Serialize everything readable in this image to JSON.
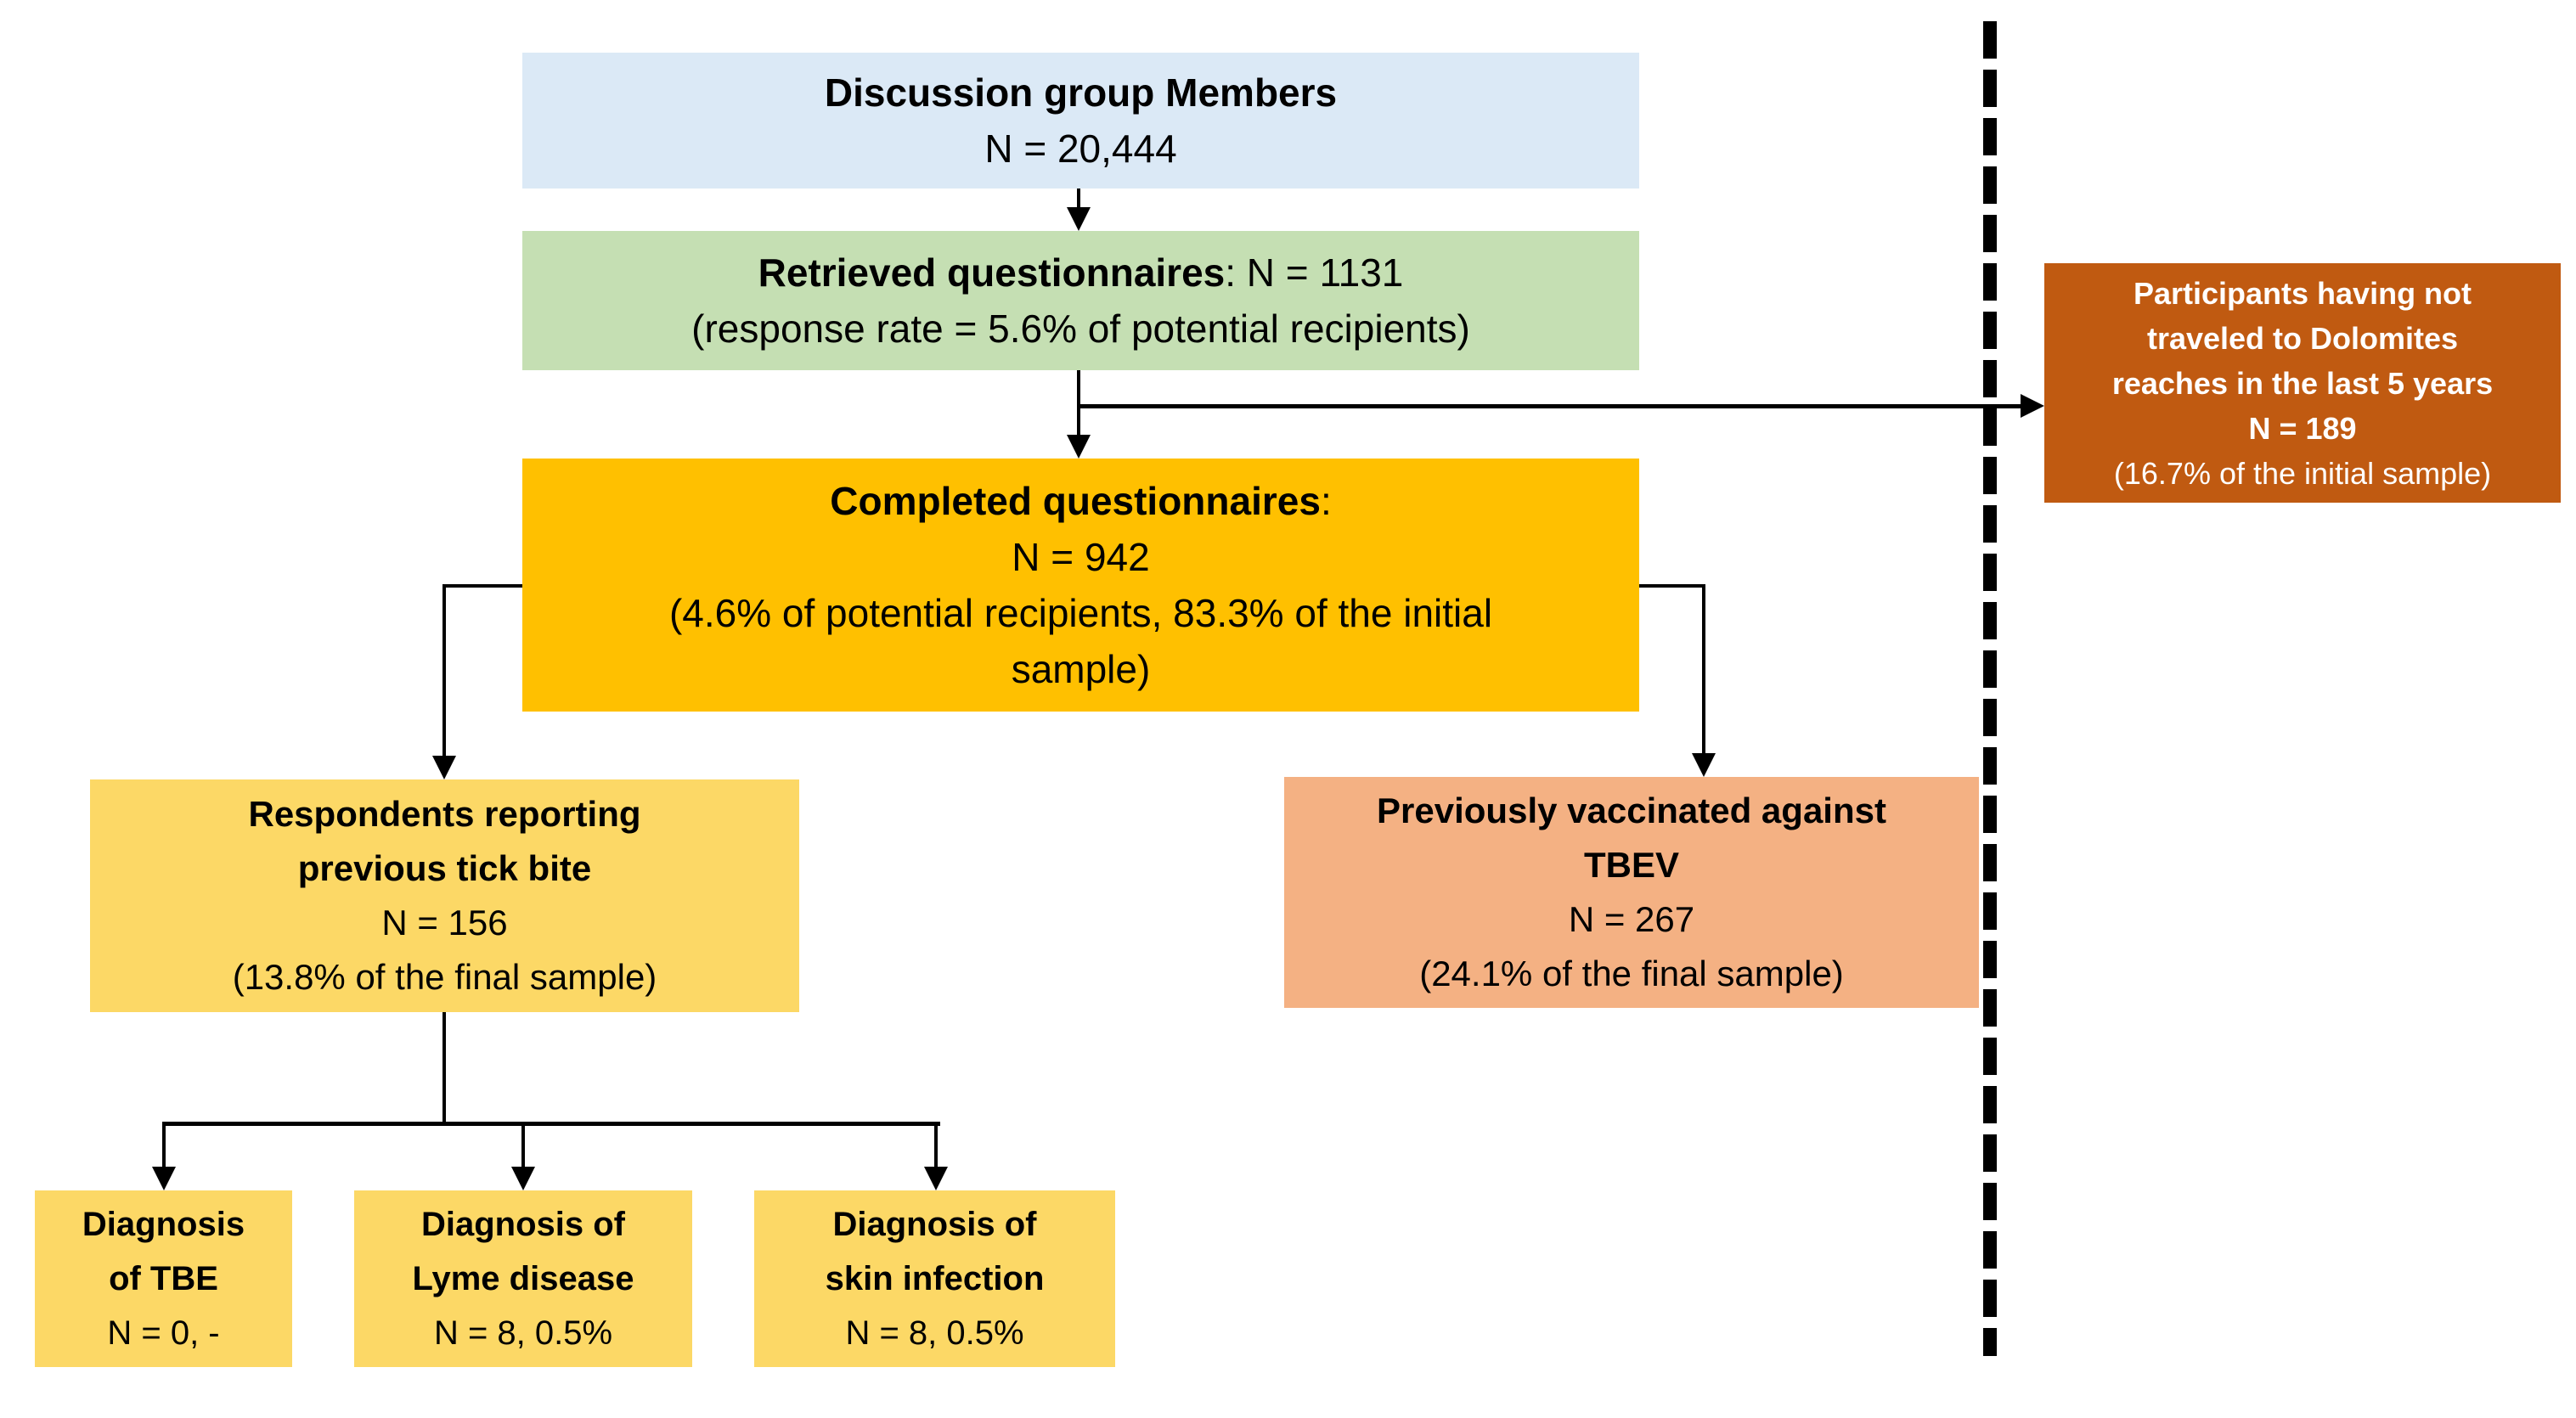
{
  "page": {
    "background": "#ffffff"
  },
  "colors": {
    "box_blue": "#dbe9f6",
    "box_green": "#c5dfb3",
    "box_gold": "#ffc000",
    "box_light_gold": "#fcd866",
    "box_salmon": "#f4b183",
    "box_dark_orange": "#c05a11",
    "connector": "#000000",
    "text_dark": "#000000",
    "text_light": "#ffffff"
  },
  "flowchart": {
    "discussion_group": {
      "title": "Discussion group Members",
      "count": "N = 20,444"
    },
    "retrieved": {
      "title_bold": "Retrieved questionnaires",
      "title_rest": ": N = 1131",
      "note": "(response rate = 5.6% of potential recipients)"
    },
    "completed": {
      "title_bold": "Completed questionnaires",
      "title_rest": ":",
      "count": "N = 942",
      "note_line1": "(4.6% of potential recipients, 83.3% of the initial",
      "note_line2": "sample)"
    },
    "not_traveled": {
      "line1": "Participants having not",
      "line2": "traveled to Dolomites",
      "line3": "reaches in the last 5 years",
      "count": "N = 189",
      "note": "(16.7% of the initial sample)"
    },
    "tick_bite": {
      "line1": "Respondents reporting",
      "line2": "previous tick bite",
      "count": "N = 156",
      "note": "(13.8% of the final sample)"
    },
    "vaccinated": {
      "line1": "Previously vaccinated against",
      "line2": "TBEV",
      "count": "N = 267",
      "note": "(24.1% of the final sample)"
    },
    "diag_tbe": {
      "line1": "Diagnosis",
      "line2": "of TBE",
      "count": "N = 0, -"
    },
    "diag_lyme": {
      "line1": "Diagnosis of",
      "line2": "Lyme disease",
      "count": "N = 8, 0.5%"
    },
    "diag_skin": {
      "line1": "Diagnosis of",
      "line2": "skin infection",
      "count": "N = 8, 0.5%"
    }
  }
}
